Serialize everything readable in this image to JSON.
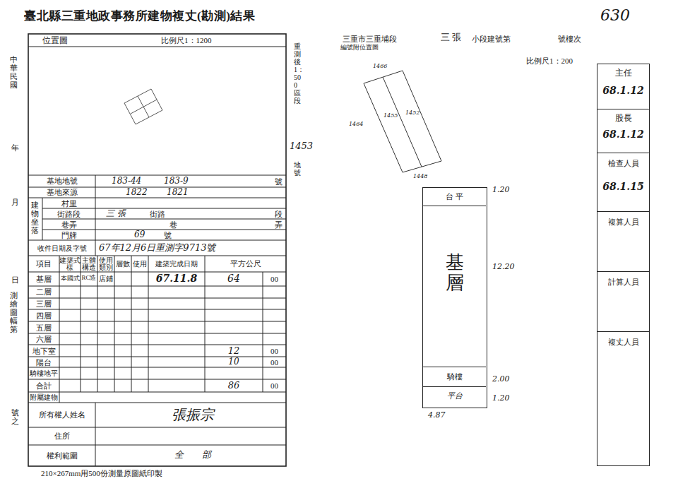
{
  "diagram": {
    "title": "臺北縣三重地政事務所建物複丈(勘測)結果",
    "nodes": [
      {
        "text": [
          "基層"
        ]
      },
      {
        "text": [
          "台 平"
        ],
        "in": 0
      },
      {
        "text": [
          "騎樓"
        ],
        "in": 0
      },
      {
        "text": [
          "平台"
        ],
        "in": 0
      },
      {
        "text": [
          "主任",
          "68.1.12"
        ]
      },
      {
        "text": [
          "股長",
          "68.1.12"
        ]
      },
      {
        "text": [
          "檢查人員",
          "68.1.15"
        ]
      },
      {
        "text": [
          "複算人員"
        ]
      },
      {
        "text": [
          "計算人員"
        ]
      },
      {
        "text": [
          "複丈人員"
        ]
      }
    ],
    "labels": [
      "位置圖",
      "比例尺1：1200",
      "中華民國",
      "年",
      "月",
      "日",
      "測繪圖幅第",
      "號之",
      "基地地號",
      "183-44",
      "183-9",
      "號",
      "基地來源",
      "1822",
      "1821",
      "建物坐落",
      "村里",
      "街路段",
      "三 張",
      "街路",
      "段",
      "巷弄",
      "巷",
      "弄",
      "門牌",
      "69",
      "號",
      "收件日期及字號",
      "67年12月6日重測字9713號",
      "項目",
      "建築式樣",
      "主體構造",
      "使用類別",
      "層數",
      "使用",
      "建築完成日期",
      "平方公尺",
      "基層",
      "本國式",
      "RC造",
      "店鋪",
      "67.11.8",
      "64",
      "00",
      "二層",
      "三層",
      "四層",
      "五層",
      "六層",
      "地下室",
      "12",
      "00",
      "陽台",
      "10",
      "00",
      "騎樓地平",
      "合計",
      "86",
      "00",
      "附屬建物",
      "所有權人姓名",
      "張振宗",
      "住所",
      "權利範圍",
      "全部",
      "210×267mm用500份測量原圖紙印製",
      "重測後1：500區段",
      "1453",
      "地號",
      "三重市三重埔段",
      "三 張",
      "小段建號第",
      "號樓次",
      "630",
      "比例尺1：200",
      "編號附位置圖",
      "1466",
      "1464",
      "1455",
      "1452",
      "1448",
      "1.20",
      "12.20",
      "2.00",
      "1.20",
      "4.87"
    ]
  }
}
